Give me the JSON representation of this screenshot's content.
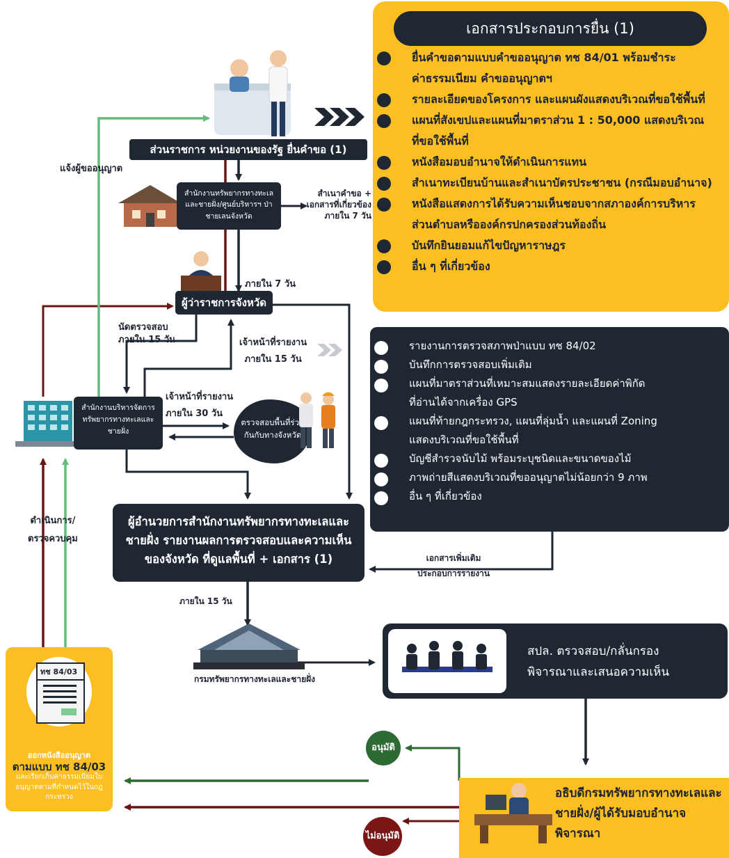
{
  "docs_title": "เอกสารประกอบการยื่น (1)",
  "docs_list": [
    "ยื่นคำขอตามแบบคำขออนุญาต ทช 84/01 พร้อมชำระ",
    "ค่าธรรมเนียม คำขออนุญาตฯ",
    "รายละเอียดของโครงการ และแผนผังแสดงบริเวณที่ขอใช้พื้นที่",
    "แผนที่สังเขปและแผนที่มาตราส่วน 1 : 50,000 แสดงบริเวณ",
    "ที่ขอใช้พื้นที่",
    "หนังสือมอบอำนาจให้ดำเนินการแทน",
    "สำเนาทะเบียนบ้านและสำเนาบัตรประชาชน (กรณีมอบอำนาจ)",
    "หนังสือแสดงการได้รับความเห็นชอบจากสภาองค์การบริหาร",
    "ส่วนตำบลหรือองค์กรปกครองส่วนท้องถิ่น",
    "บันทึกยินยอมแก้ไขปัญหาราษฎร",
    "อื่น ๆ ที่เกี่ยวข้อง"
  ],
  "report_list": [
    "รายงานการตรวจสภาพป่าแบบ ทช 84/02",
    "บันทึกการตรวจสอบเพิ่มเติม",
    "แผนที่มาตราส่วนที่เหมาะสมแสดงรายละเอียดค่าพิกัด",
    "ที่อ่านได้จากเครื่อง GPS",
    "แผนที่ท้ายกฎกระทรวง, แผนที่ลุ่มน้ำ และแผนที่ Zoning",
    "แสดงบริเวณที่ขอใช้พื้นที่",
    "บัญชีสำรวจนับไม้ พร้อมระบุชนิดและขนาดของไม้",
    "ภาพถ่ายสีแสดงบริเวณที่ขออนุญาตไม่น้อยกว่า 9 ภาพ",
    "อื่น ๆ ที่เกี่ยวข้อง"
  ],
  "nodes": {
    "applicant": "ส่วนราชการ หน่วยงานของรัฐ ยื่นคำขอ (1)",
    "provincial_office": "สำนักงานทรัพยากรทางทะเลและชายฝั่ง/ศูนย์บริหารฯ ป่าชายเลนจังหวัด",
    "governor": "ผู้ว่าราชการจังหวัด",
    "regional_office": "สำนักงานบริหารจัดการทรัพยากรทางทะเลและชายฝั่ง",
    "joint_inspection": "ตรวจสอบพื้นที่ร่วมกันกับทางจังหวัด",
    "director_report": "ผู้อำนวยการสำนักงานทรัพยากรทางทะเลและชายฝั่ง รายงานผลการตรวจสอบและความเห็นของจังหวัด ที่ดูแลพื้นที่ + เอกสาร (1)",
    "department": "กรมทรัพยากรทางทะเลและชายฝั่ง",
    "committee": "สปล. ตรวจสอบ/กลั่นกรอง พิจารณาและเสนอความเห็น",
    "director_general": "อธิบดีกรมทรัพยากรทางทะเลและชายฝั่ง/ผู้ได้รับมอบอำนาจพิจารณา",
    "permit_form": "ทช 84/03",
    "permit_l1": "ออกหนังสืออนุญาต",
    "permit_l2": "ตามแบบ ทช 84/03",
    "permit_l3": "และเรียกเก็บค่าธรรมเนียมใบอนุญาตตามที่กำหนดไว้ในกฎกระทรวง",
    "approve": "อนุมัติ",
    "reject": "ไม่อนุมัติ"
  },
  "labels": {
    "notify": "แจ้งผู้ขออนุญาต",
    "copy_req_1": "สำเนาคำขอ +",
    "copy_req_2": "เอกสารที่เกี่ยวข้อง",
    "within_7a": "ภายใน 7 วัน",
    "within_7b": "ภายใน 7 วัน",
    "appoint_1": "นัดตรวจสอบ",
    "appoint_2": "ภายใน 15 วัน",
    "reporter_1": "เจ้าหน้าที่รายงาน",
    "reporter_1b": "ภายใน  15 วัน",
    "reporter_2": "เจ้าหน้าที่รายงาน",
    "reporter_2b": "ภายใน  30 วัน",
    "operate_1": "ดำเนินการ/",
    "operate_2": "ตรวจควบคุม",
    "extra_1": "เอกสารเพิ่มเติม",
    "extra_2": "ประกอบการรายงาน",
    "within_15": "ภายใน 15 วัน"
  },
  "colors": {
    "dark": "#1f2733",
    "yellow": "#fbbf24",
    "green_arrow": "#5fbf7a",
    "red_arrow": "#6b1414",
    "approve": "#2e6b34",
    "reject": "#7a1616"
  }
}
